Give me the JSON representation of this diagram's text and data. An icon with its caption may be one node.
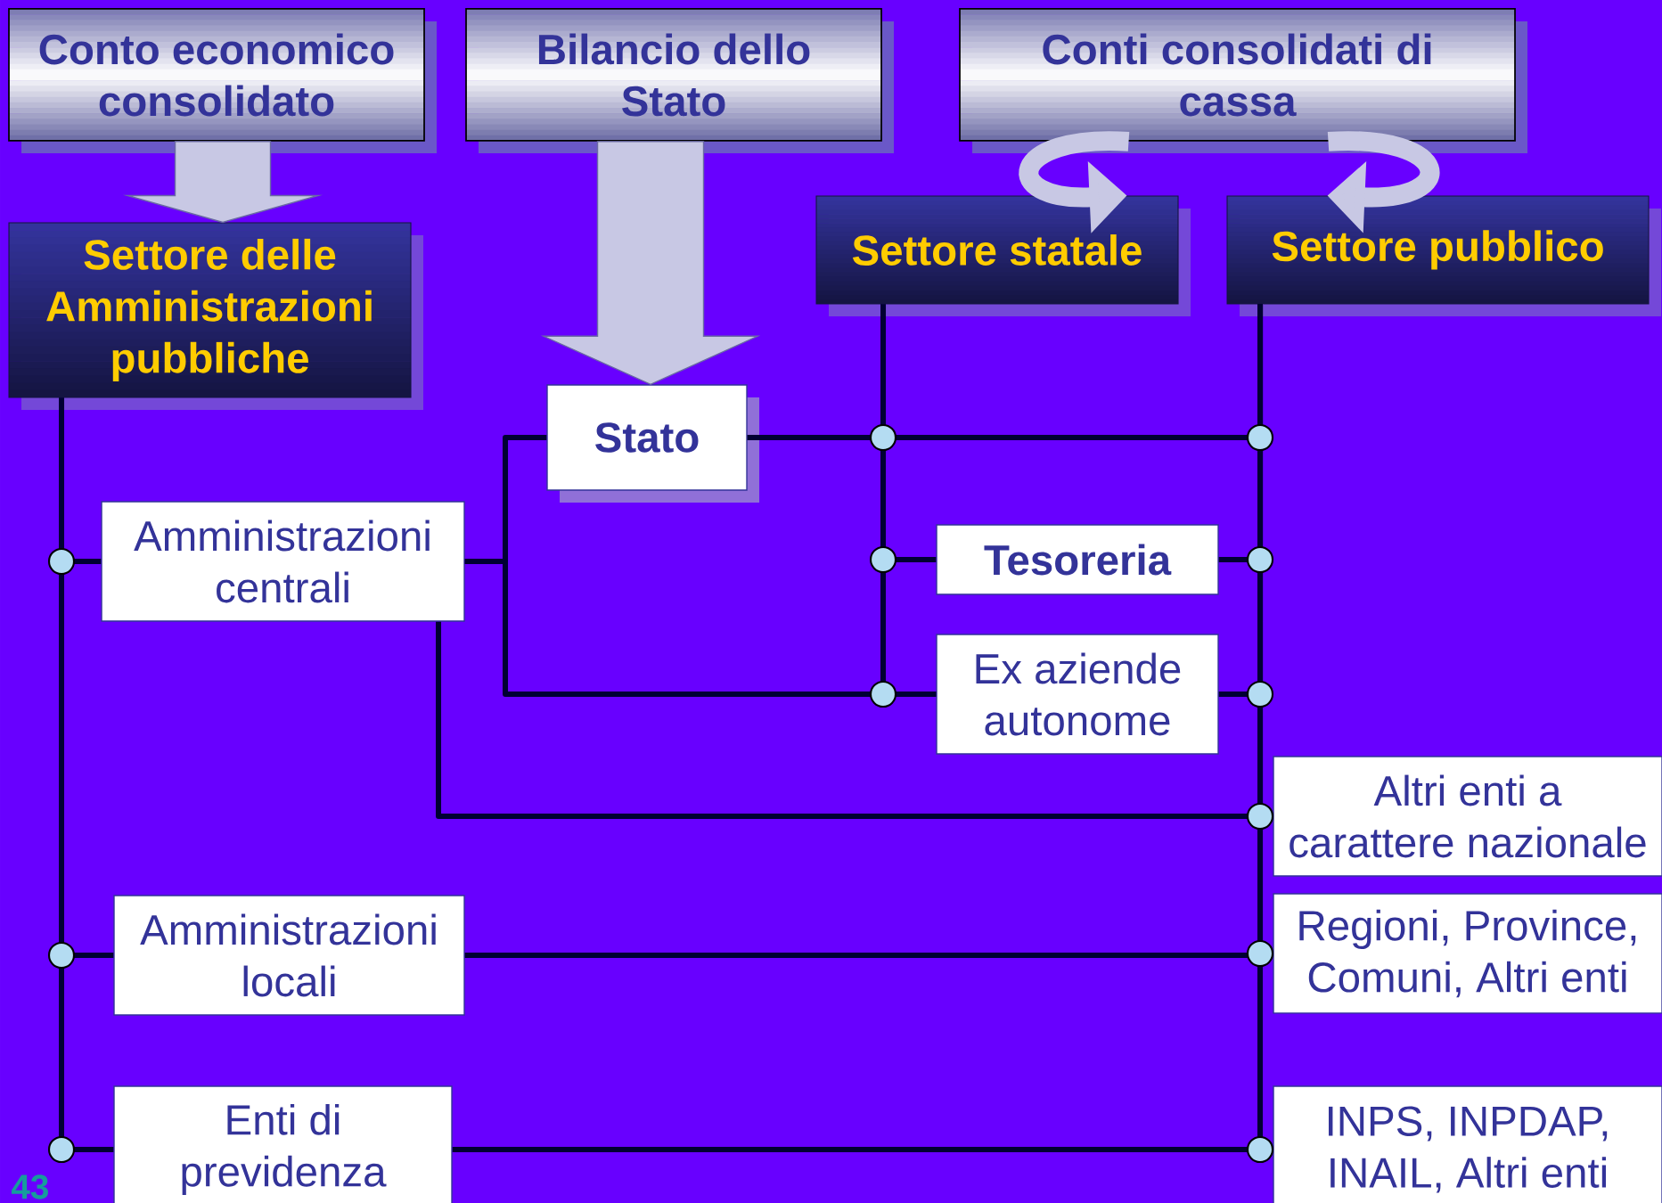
{
  "diagram": {
    "nodes": [
      {
        "text": [
          "Conto economico consolidato"
        ]
      },
      {
        "text": [
          "Bilancio dello Stato"
        ]
      },
      {
        "text": [
          "Conti consolidati di cassa"
        ]
      },
      {
        "text": [
          "Settore delle Amministrazioni pubbliche"
        ]
      },
      {
        "text": [
          "Settore statale"
        ]
      },
      {
        "text": [
          "Settore pubblico"
        ]
      },
      {
        "text": [
          "Stato"
        ]
      },
      {
        "text": [
          "Amministrazioni centrali"
        ]
      },
      {
        "text": [
          "Tesoreria"
        ]
      },
      {
        "text": [
          "Ex aziende autonome"
        ]
      },
      {
        "text": [
          "Altri enti a carattere nazionale"
        ]
      },
      {
        "text": [
          "Amministrazioni locali"
        ]
      },
      {
        "text": [
          "Regioni, Province, Comuni, Altri enti"
        ]
      },
      {
        "text": [
          "Enti di previdenza"
        ]
      },
      {
        "text": [
          "INPS, INPDAP, INAIL, Altri enti"
        ]
      }
    ],
    "edges": [
      {
        "from": 0,
        "to": 3,
        "arrow": "to",
        "style": "thick",
        "color": "#c8c8e4"
      },
      {
        "from": 1,
        "to": 6,
        "arrow": "to",
        "style": "thick",
        "color": "#c8c8e4"
      },
      {
        "from": 2,
        "to": 4,
        "arrow": "to",
        "style": "thick",
        "color": "#c8c8e4"
      },
      {
        "from": 2,
        "to": 5,
        "arrow": "to",
        "style": "thick",
        "color": "#c8c8e4"
      },
      {
        "from": 3,
        "to": 7,
        "arrow": "none"
      },
      {
        "from": 3,
        "to": 11,
        "arrow": "none"
      },
      {
        "from": 3,
        "to": 13,
        "arrow": "none"
      },
      {
        "from": 7,
        "to": 6,
        "arrow": "none"
      },
      {
        "from": 7,
        "to": 9,
        "arrow": "none"
      },
      {
        "from": 4,
        "to": 6,
        "arrow": "none"
      },
      {
        "from": 4,
        "to": 8,
        "arrow": "none"
      },
      {
        "from": 4,
        "to": 9,
        "arrow": "none"
      },
      {
        "from": 5,
        "to": 6,
        "arrow": "none"
      },
      {
        "from": 5,
        "to": 8,
        "arrow": "none"
      },
      {
        "from": 5,
        "to": 9,
        "arrow": "none"
      },
      {
        "from": 5,
        "to": 10,
        "arrow": "none"
      },
      {
        "from": 7,
        "to": 5,
        "arrow": "none"
      },
      {
        "from": 11,
        "to": 5,
        "arrow": "none"
      },
      {
        "from": 13,
        "to": 5,
        "arrow": "none"
      },
      {
        "from": 5,
        "to": 12,
        "arrow": "none"
      },
      {
        "from": 5,
        "to": 14,
        "arrow": "none"
      }
    ],
    "labels": [
      "43"
    ]
  }
}
